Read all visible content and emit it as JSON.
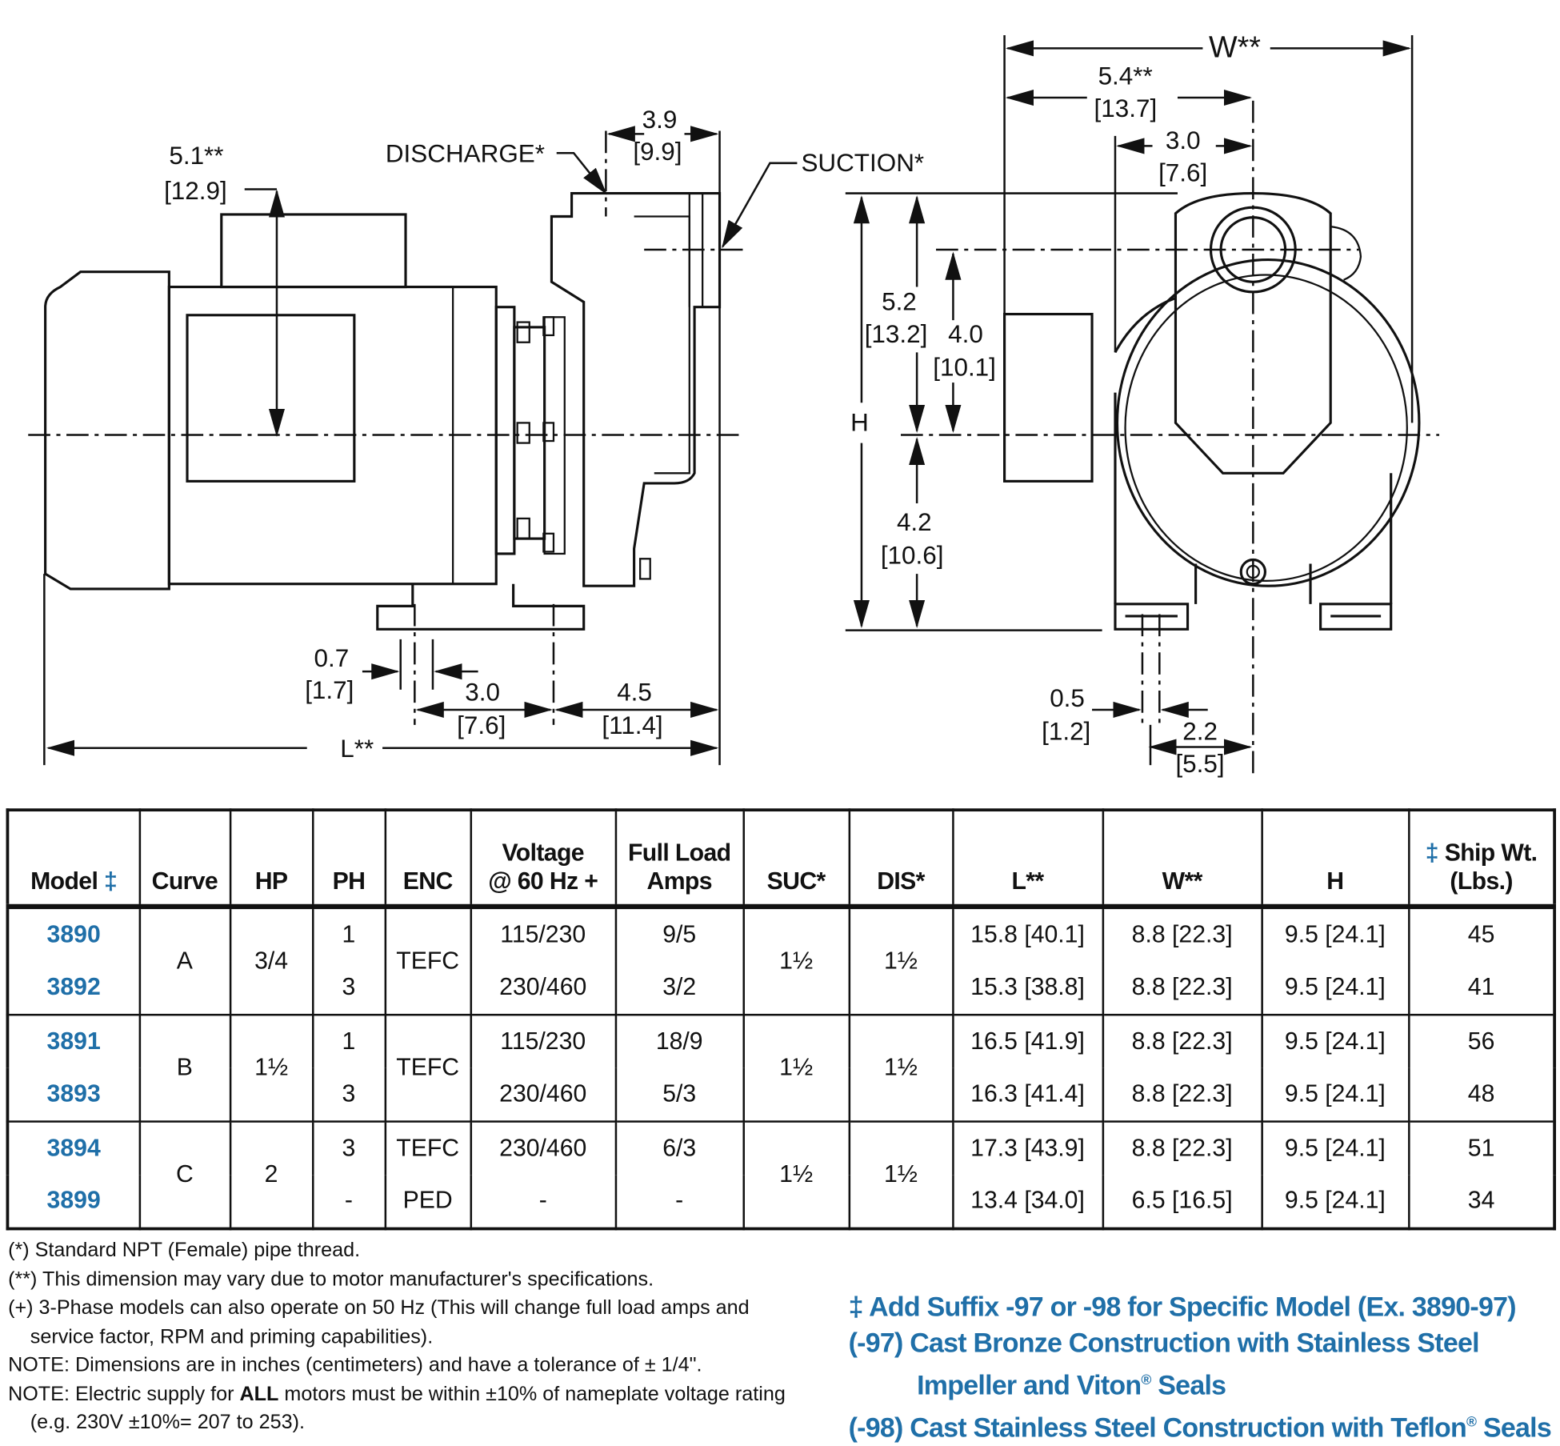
{
  "diagram": {
    "side": {
      "dim_top": "5.1**",
      "dim_top_cm": "[12.9]",
      "discharge": "DISCHARGE*",
      "dim_dis": "3.9",
      "dim_dis_cm": "[9.9]",
      "suction": "SUCTION*",
      "d07": "0.7",
      "d07cm": "[1.7]",
      "d30": "3.0",
      "d30cm": "[7.6]",
      "d45": "4.5",
      "d45cm": "[11.4]",
      "L": "L**"
    },
    "front": {
      "W": "W**",
      "d54": "5.4**",
      "d54cm": "[13.7]",
      "d30": "3.0",
      "d30cm": "[7.6]",
      "d52": "5.2",
      "d52cm": "[13.2]",
      "d40": "4.0",
      "d40cm": "[10.1]",
      "H": "H",
      "d42": "4.2",
      "d42cm": "[10.6]",
      "d05": "0.5",
      "d05cm": "[1.2]",
      "d22": "2.2",
      "d22cm": "[5.5]"
    }
  },
  "table": {
    "headers": {
      "model": "Model",
      "dagger": "‡",
      "curve": "Curve",
      "hp": "HP",
      "ph": "PH",
      "enc": "ENC",
      "voltage1": "Voltage",
      "voltage2": "@ 60 Hz +",
      "fla1": "Full Load",
      "fla2": "Amps",
      "suc": "SUC*",
      "dis": "DIS*",
      "l": "L**",
      "w": "W**",
      "h": "H",
      "ship1": "Ship Wt.",
      "ship2": "(Lbs.)"
    },
    "groups": [
      {
        "curve": "A",
        "hp": "3/4",
        "suc": "1½",
        "dis": "1½",
        "rows": [
          {
            "model": "3890",
            "ph": "1",
            "enc": "TEFC",
            "voltage": "115/230",
            "fla": "9/5",
            "l": "15.8 [40.1]",
            "w": "8.8 [22.3]",
            "h": "9.5 [24.1]",
            "wt": "45"
          },
          {
            "model": "3892",
            "ph": "3",
            "enc": "",
            "voltage": "230/460",
            "fla": "3/2",
            "l": "15.3 [38.8]",
            "w": "8.8 [22.3]",
            "h": "9.5 [24.1]",
            "wt": "41"
          }
        ]
      },
      {
        "curve": "B",
        "hp": "1½",
        "suc": "1½",
        "dis": "1½",
        "rows": [
          {
            "model": "3891",
            "ph": "1",
            "enc": "TEFC",
            "voltage": "115/230",
            "fla": "18/9",
            "l": "16.5 [41.9]",
            "w": "8.8 [22.3]",
            "h": "9.5 [24.1]",
            "wt": "56"
          },
          {
            "model": "3893",
            "ph": "3",
            "enc": "",
            "voltage": "230/460",
            "fla": "5/3",
            "l": "16.3 [41.4]",
            "w": "8.8 [22.3]",
            "h": "9.5 [24.1]",
            "wt": "48"
          }
        ]
      },
      {
        "curve": "C",
        "hp": "2",
        "suc": "1½",
        "dis": "1½",
        "rows": [
          {
            "model": "3894",
            "ph": "3",
            "enc": "TEFC",
            "voltage": "230/460",
            "fla": "6/3",
            "l": "17.3 [43.9]",
            "w": "8.8 [22.3]",
            "h": "9.5 [24.1]",
            "wt": "51"
          },
          {
            "model": "3899",
            "ph": "-",
            "enc": "PED",
            "voltage": "-",
            "fla": "-",
            "l": "13.4 [34.0]",
            "w": "6.5 [16.5]",
            "h": "9.5 [24.1]",
            "wt": "34"
          }
        ]
      }
    ]
  },
  "notes": [
    "(*) Standard NPT (Female) pipe thread.",
    "(**) This dimension may vary due to motor manufacturer's specifications.",
    "(+) 3-Phase models can also operate on 50 Hz (This will change full load amps and",
    "service factor, RPM and priming capabilities).",
    "NOTE: Dimensions are in inches (centimeters) and have a tolerance of ± 1/4\".",
    "NOTE: Electric supply for ",
    "ALL",
    " motors must be within ±10% of nameplate voltage rating",
    "(e.g. 230V ±10%= 207 to 253)."
  ],
  "suffix": {
    "line1": "‡ Add Suffix -97 or -98 for Specific Model (Ex. 3890-97)",
    "line2": "(-97) Cast Bronze Construction with Stainless Steel",
    "line3a": "Impeller and Viton",
    "line3b": " Seals",
    "line4a": "(-98) Cast Stainless Steel Construction with Teflon",
    "line4b": " Seals",
    "reg": "®"
  },
  "colors": {
    "accent": "#1f6fa8"
  }
}
